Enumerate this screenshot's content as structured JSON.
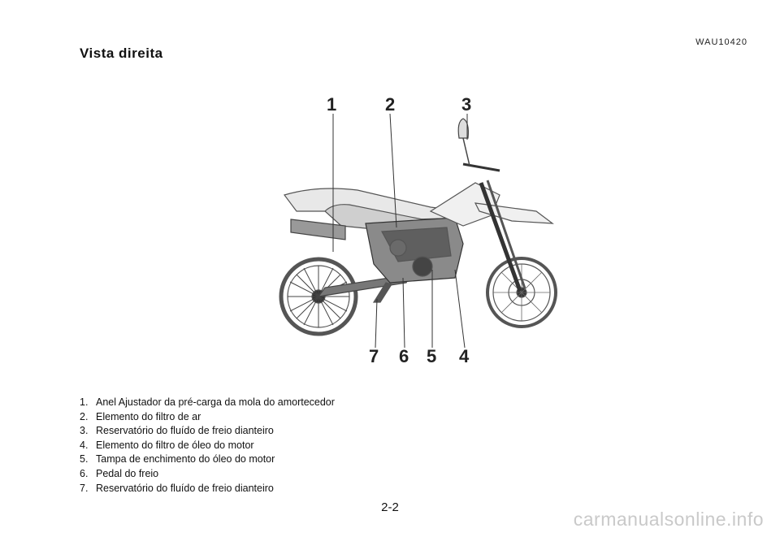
{
  "header": {
    "code": "WAU10420",
    "title": "Vista direita"
  },
  "figure": {
    "callouts": [
      "1",
      "2",
      "3",
      "4",
      "5",
      "6",
      "7"
    ]
  },
  "legend": [
    {
      "num": "1.",
      "text": "Anel Ajustador da pré-carga da mola do amortecedor"
    },
    {
      "num": "2.",
      "text": "Elemento do filtro de ar"
    },
    {
      "num": "3.",
      "text": "Reservatório do fluído de freio dianteiro"
    },
    {
      "num": "4.",
      "text": "Elemento do filtro de óleo do motor"
    },
    {
      "num": "5.",
      "text": "Tampa de enchimento do óleo do motor"
    },
    {
      "num": "6.",
      "text": "Pedal do freio"
    },
    {
      "num": "7.",
      "text": "Reservatório do fluído de freio dianteiro"
    }
  ],
  "footer": {
    "page": "2-2",
    "watermark": "carmanualsonline.info"
  }
}
